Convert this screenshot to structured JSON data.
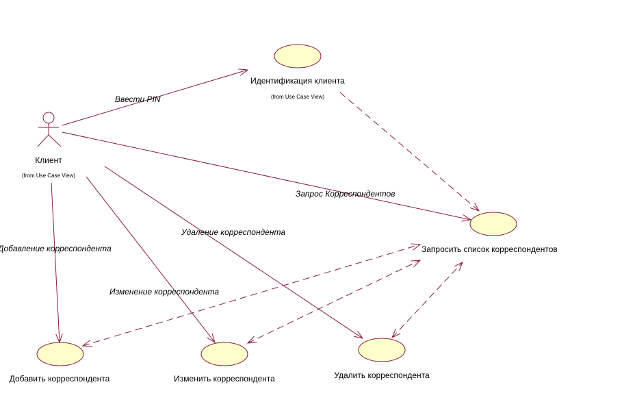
{
  "colors": {
    "line": "#8b1a3c",
    "usecase_fill": "#ffffcc",
    "usecase_stroke": "#8b1a3c",
    "background": "#ffffff"
  },
  "actor": {
    "name": "Клиент",
    "from": "(from Use Case View)"
  },
  "usecases": {
    "identify": {
      "name": "Идентификация клиента",
      "from": "(from Use Case View)"
    },
    "request_list": {
      "name": "Запросить список корреспондентов"
    },
    "add": {
      "name": "Добавить корреспондента"
    },
    "edit": {
      "name": "Изменить корреспондента"
    },
    "delete": {
      "name": "Удалить корреспондента"
    }
  },
  "associations": {
    "enter_pin": "Ввести PIN",
    "request_correspondents": "Запрос Корреспондентов",
    "delete_correspondent": "Удаление корреспондента",
    "add_correspondent": "Добавление корреспондента",
    "edit_correspondent": "Изменение корреспондента"
  }
}
